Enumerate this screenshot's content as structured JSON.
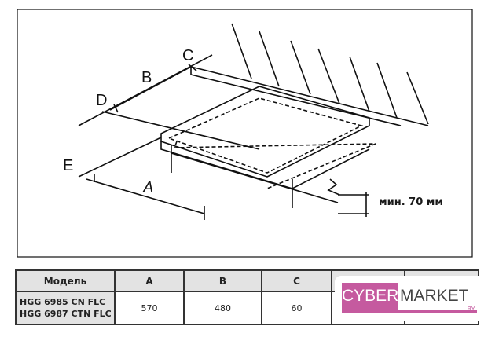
{
  "diagram": {
    "labels": {
      "a": "A",
      "b": "B",
      "c": "C",
      "d": "D",
      "e": "E"
    },
    "min_height": "мин. 70 мм"
  },
  "table": {
    "headers": [
      "Модель",
      "A",
      "B",
      "C",
      "",
      ""
    ],
    "rows": [
      {
        "models": [
          "HGG 6985 CN FLC",
          "HGG 6987 CTN FLC"
        ],
        "a": "570",
        "b": "480",
        "c": "60"
      }
    ]
  },
  "watermark": {
    "part1": "CYBER",
    "part2": "MARKET",
    "suffix": ".BY",
    "brand_color": "#c55a9f"
  }
}
